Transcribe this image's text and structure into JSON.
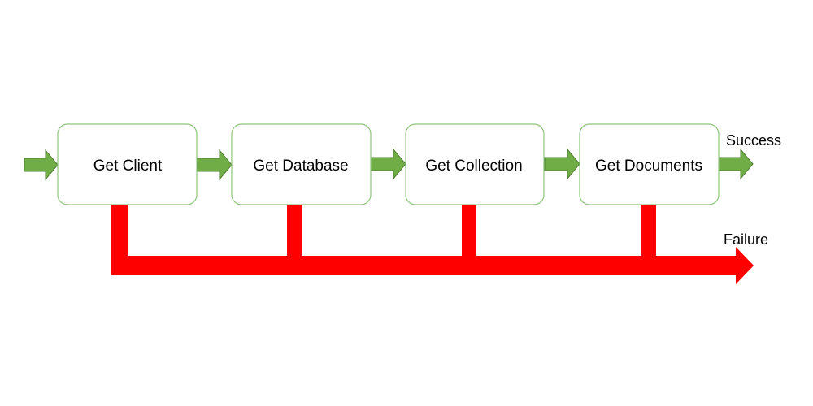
{
  "steps": [
    {
      "label": "Get Client"
    },
    {
      "label": "Get Database"
    },
    {
      "label": "Get Collection"
    },
    {
      "label": "Get Documents"
    }
  ],
  "outcomes": {
    "success": "Success",
    "failure": "Failure"
  },
  "colors": {
    "box_border": "#8dc47a",
    "box_fill": "#ffffff",
    "success_arrow": "#70ad47",
    "success_arrow_stroke": "#507e32",
    "failure_path": "#ff0000"
  }
}
